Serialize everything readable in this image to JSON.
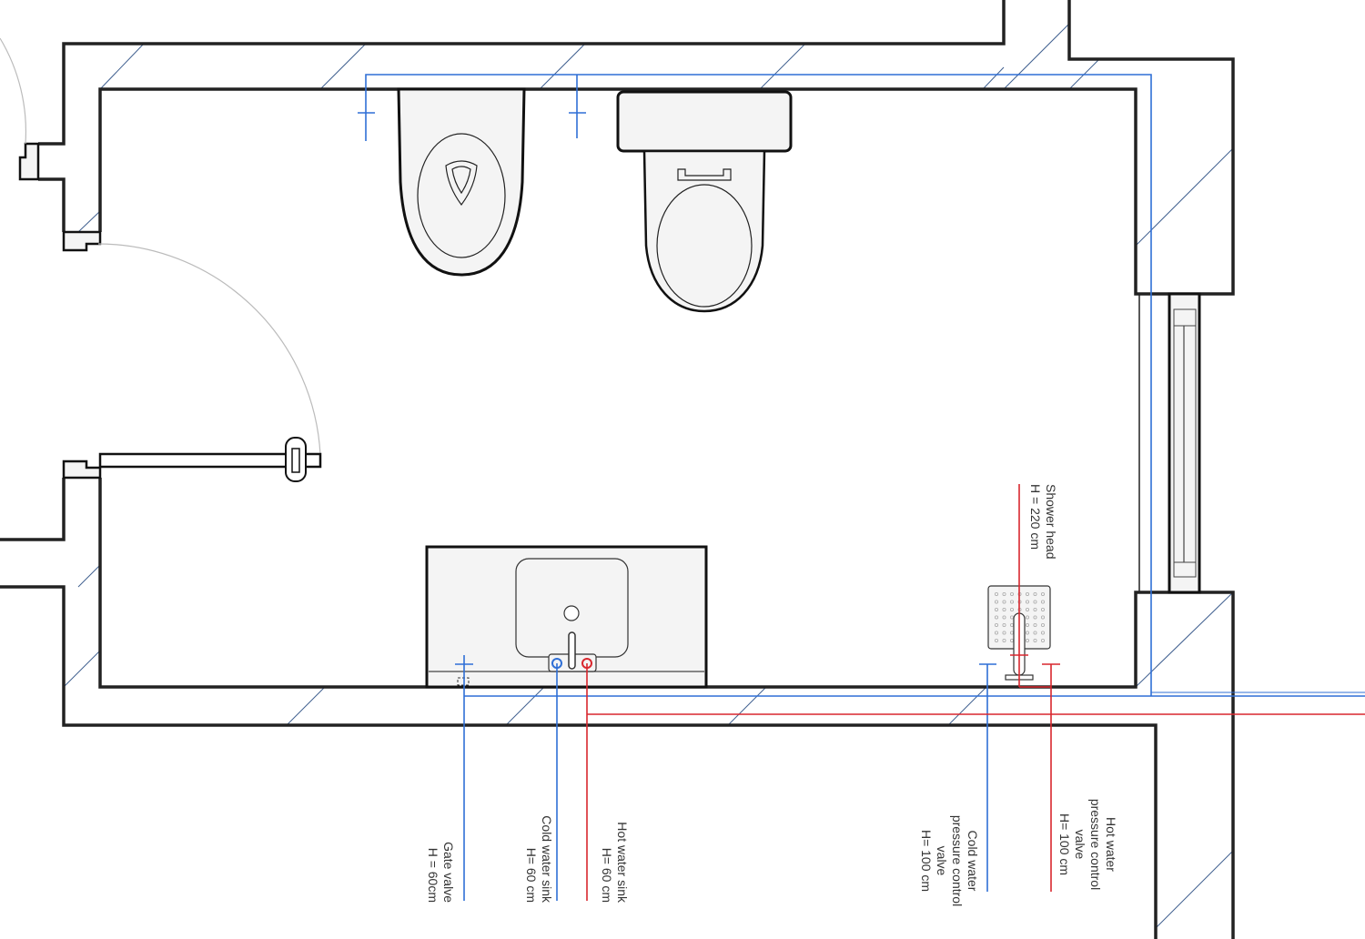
{
  "plan": {
    "pipe_colors": {
      "cold": "#2f6fd6",
      "hot": "#d9272e"
    },
    "labels": {
      "shower_head": [
        "Shower head",
        "H = 220 cm"
      ],
      "gate_valve": [
        "Gate valve",
        "H = 60cm"
      ],
      "cold_sink": [
        "Cold water sink",
        "H= 60 cm"
      ],
      "hot_sink": [
        "Hot water sink",
        "H= 60 cm"
      ],
      "cold_pressure": [
        "Cold water",
        "pressure control",
        "valve",
        "H= 100 cm"
      ],
      "hot_pressure": [
        "Hot water",
        "pressure control",
        "valve",
        "H= 100 cm"
      ]
    }
  }
}
